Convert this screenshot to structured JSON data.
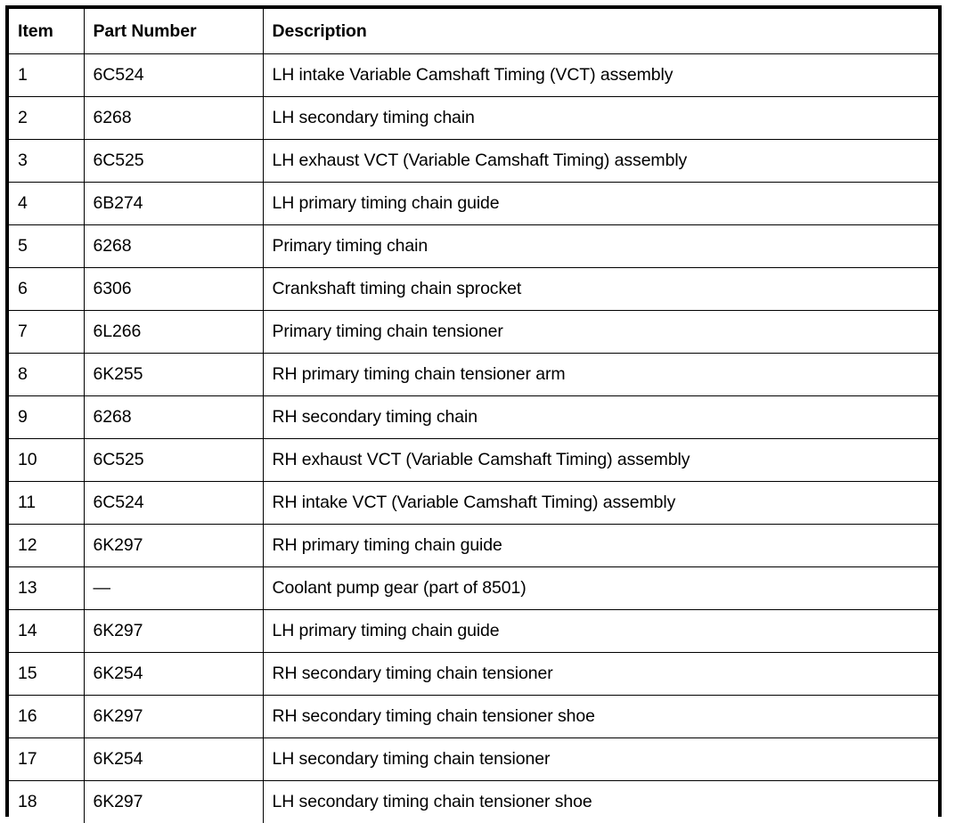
{
  "table": {
    "columns": [
      "Item",
      "Part Number",
      "Description"
    ],
    "rows": [
      {
        "item": "1",
        "part": "6C524",
        "description": "LH intake Variable Camshaft Timing (VCT) assembly"
      },
      {
        "item": "2",
        "part": "6268",
        "description": "LH secondary timing chain"
      },
      {
        "item": "3",
        "part": "6C525",
        "description": "LH exhaust VCT (Variable Camshaft Timing) assembly"
      },
      {
        "item": "4",
        "part": "6B274",
        "description": "LH primary timing chain guide"
      },
      {
        "item": "5",
        "part": "6268",
        "description": "Primary timing chain"
      },
      {
        "item": "6",
        "part": "6306",
        "description": "Crankshaft timing chain sprocket"
      },
      {
        "item": "7",
        "part": "6L266",
        "description": "Primary timing chain tensioner"
      },
      {
        "item": "8",
        "part": "6K255",
        "description": "RH primary timing chain tensioner arm"
      },
      {
        "item": "9",
        "part": "6268",
        "description": "RH secondary timing chain"
      },
      {
        "item": "10",
        "part": "6C525",
        "description": "RH exhaust VCT (Variable Camshaft Timing) assembly"
      },
      {
        "item": "11",
        "part": "6C524",
        "description": "RH intake VCT (Variable Camshaft Timing) assembly"
      },
      {
        "item": "12",
        "part": "6K297",
        "description": "RH primary timing chain guide"
      },
      {
        "item": "13",
        "part": "—",
        "description": "Coolant pump gear (part of 8501)"
      },
      {
        "item": "14",
        "part": "6K297",
        "description": "LH primary timing chain guide"
      },
      {
        "item": "15",
        "part": "6K254",
        "description": "RH secondary timing chain tensioner"
      },
      {
        "item": "16",
        "part": "6K297",
        "description": "RH secondary timing chain tensioner shoe"
      },
      {
        "item": "17",
        "part": "6K254",
        "description": "LH secondary timing chain tensioner"
      },
      {
        "item": "18",
        "part": "6K297",
        "description": "LH secondary timing chain tensioner shoe"
      }
    ]
  },
  "style": {
    "border_color": "#000000",
    "text_color": "#000000",
    "background": "#ffffff"
  }
}
